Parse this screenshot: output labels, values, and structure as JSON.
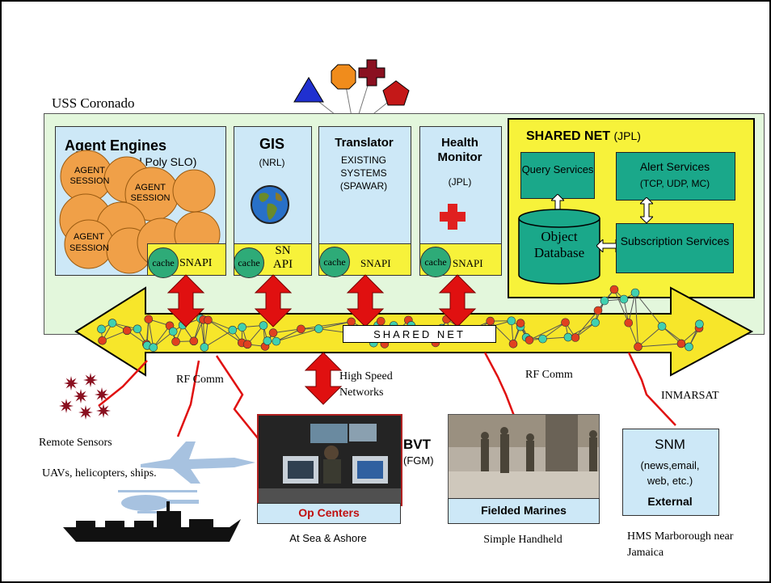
{
  "ship": {
    "label": "USS Coronado"
  },
  "agent_engines": {
    "title": "Agent Engines",
    "org": "(Cal Poly SLO)",
    "sessions": [
      "AGENT SESSION",
      "AGENT SESSION",
      "AGENT SESSION"
    ],
    "cache": "cache",
    "snapi": "SNAPI"
  },
  "gis": {
    "title": "GIS",
    "org": "(NRL)",
    "cache": "cache",
    "snapi": "SN API"
  },
  "translator": {
    "title": "Translator",
    "subtitle": "EXISTING SYSTEMS (SPAWAR)",
    "cache": "cache",
    "snapi": "SNAPI"
  },
  "health": {
    "title": "Health Monitor",
    "org": "(JPL)",
    "cache": "cache",
    "snapi": "SNAPI"
  },
  "shared_net_box": {
    "title": "SHARED NET",
    "org": "(JPL)",
    "query": "Query Services",
    "alert": "Alert Services",
    "alert_sub": "(TCP, UDP, MC)",
    "db": "Object Database",
    "subscription": "Subscription Services"
  },
  "backbone": {
    "label": "SHARED NET"
  },
  "links": {
    "rf_comm_left": "RF Comm",
    "high_speed": "High Speed Networks",
    "rf_comm_right": "RF Comm",
    "inmarsat": "INMARSAT"
  },
  "nodes": {
    "remote_sensors": "Remote Sensors",
    "uavs": "UAVs, helicopters, ships.",
    "op_centers": "Op Centers",
    "op_centers_caption": "At Sea & Ashore",
    "bvt": "BVT",
    "bvt_org": "(FGM)",
    "marines": "Fielded Marines",
    "marines_caption": "Simple Handheld",
    "snm_title": "SNM",
    "snm_body": "(news,email, web, etc.)",
    "snm_footer": "External",
    "snm_caption": "HMS Marborough near Jamaica"
  },
  "colors": {
    "ship_bg": "#e3f7dc",
    "module_bg": "#cde8f7",
    "snapi_yellow": "#f7f23a",
    "agent_orange": "#f0a048",
    "teal": "#1aa88a",
    "arrow_red": "#e01010"
  }
}
